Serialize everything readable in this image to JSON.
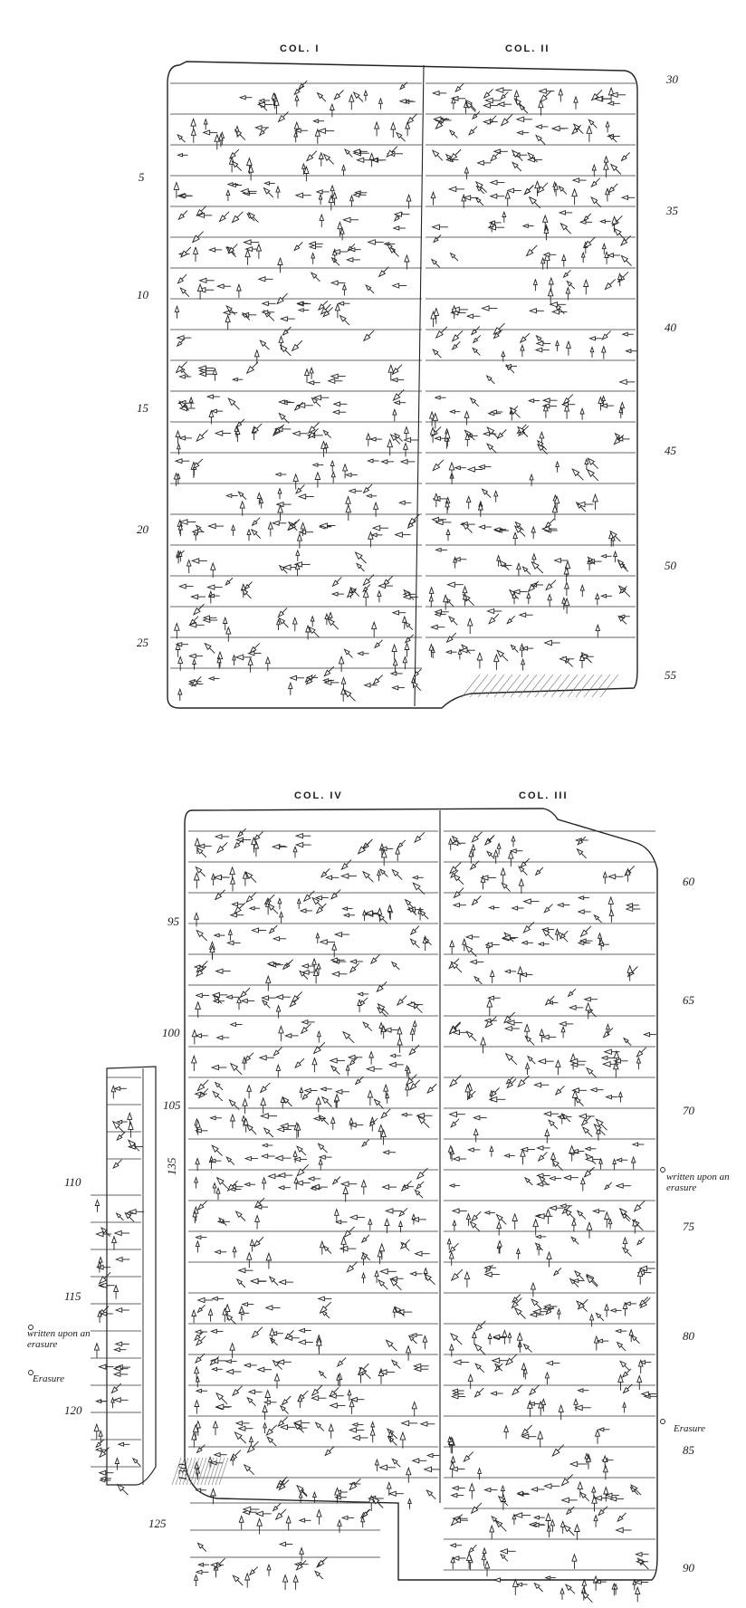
{
  "obverse": {
    "column_headers": [
      "COL. I",
      "COL. II"
    ],
    "line_numbers_left": [
      "5",
      "10",
      "15",
      "20",
      "25"
    ],
    "line_numbers_right": [
      "30",
      "35",
      "40",
      "45",
      "50",
      "55"
    ]
  },
  "reverse": {
    "column_headers": [
      "COL. IV",
      "COL. III"
    ],
    "line_numbers_inner": [
      "95",
      "100",
      "105"
    ],
    "line_numbers_left": [
      "110",
      "115",
      "120",
      "125"
    ],
    "line_numbers_edge": [
      "135",
      "130"
    ],
    "line_numbers_right": [
      "60",
      "65",
      "70",
      "75",
      "80",
      "85",
      "90"
    ]
  },
  "annotations": {
    "right_note": "written upon an erasure",
    "right_erasure": "Erasure",
    "left_note": "written upon an erasure",
    "left_erasure": "Erasure"
  }
}
